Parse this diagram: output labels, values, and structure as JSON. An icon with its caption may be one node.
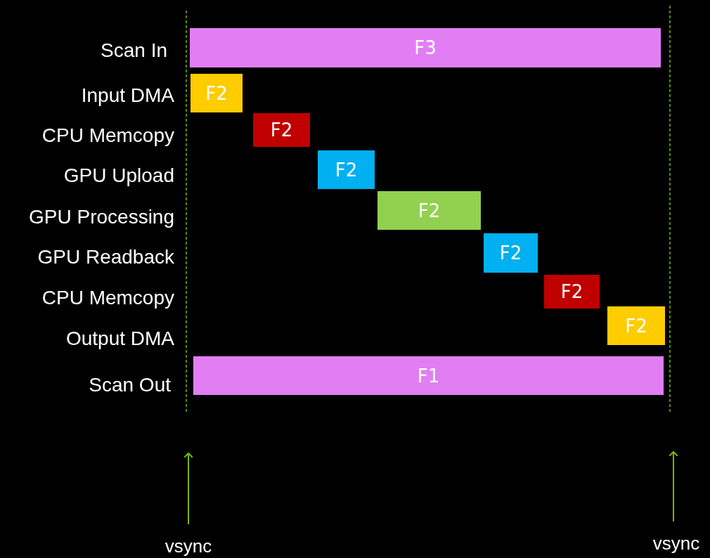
{
  "diagram": {
    "nodes": [
      {
        "text": [
          "F3"
        ]
      },
      {
        "text": [
          "F2"
        ]
      },
      {
        "text": [
          "F2"
        ]
      },
      {
        "text": [
          "F2"
        ]
      },
      {
        "text": [
          "F2"
        ]
      },
      {
        "text": [
          "F2"
        ]
      },
      {
        "text": [
          "F2"
        ]
      },
      {
        "text": [
          "F2"
        ]
      },
      {
        "text": [
          "F1"
        ]
      },
      {
        "text": [
          "vsync"
        ]
      },
      {
        "text": [
          "vsync"
        ]
      }
    ],
    "edges": [
      {
        "from": 9,
        "to": null,
        "arrow": "to"
      },
      {
        "from": 10,
        "to": null,
        "arrow": "to"
      }
    ],
    "labels": [
      "Scan In",
      "Input DMA",
      "CPU Memcopy",
      "GPU Upload",
      "GPU Processing",
      "GPU Readback",
      "CPU Memcopy",
      "Output DMA",
      "Scan Out"
    ]
  }
}
